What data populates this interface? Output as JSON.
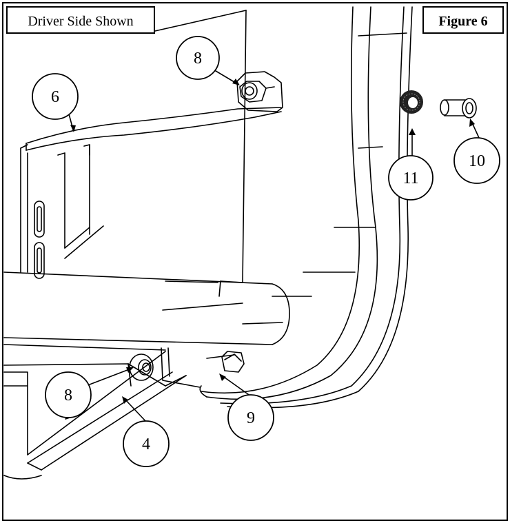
{
  "caption_left": "Driver Side Shown",
  "caption_right": "Figure 6",
  "callouts": [
    {
      "id": "c8a",
      "label": "8"
    },
    {
      "id": "c6",
      "label": "6"
    },
    {
      "id": "c11",
      "label": "11"
    },
    {
      "id": "c10",
      "label": "10"
    },
    {
      "id": "c8b",
      "label": "8"
    },
    {
      "id": "c9",
      "label": "9"
    },
    {
      "id": "c4",
      "label": "4"
    }
  ],
  "colors": {
    "line": "#000000",
    "background": "#ffffff",
    "washer": "#222222"
  }
}
